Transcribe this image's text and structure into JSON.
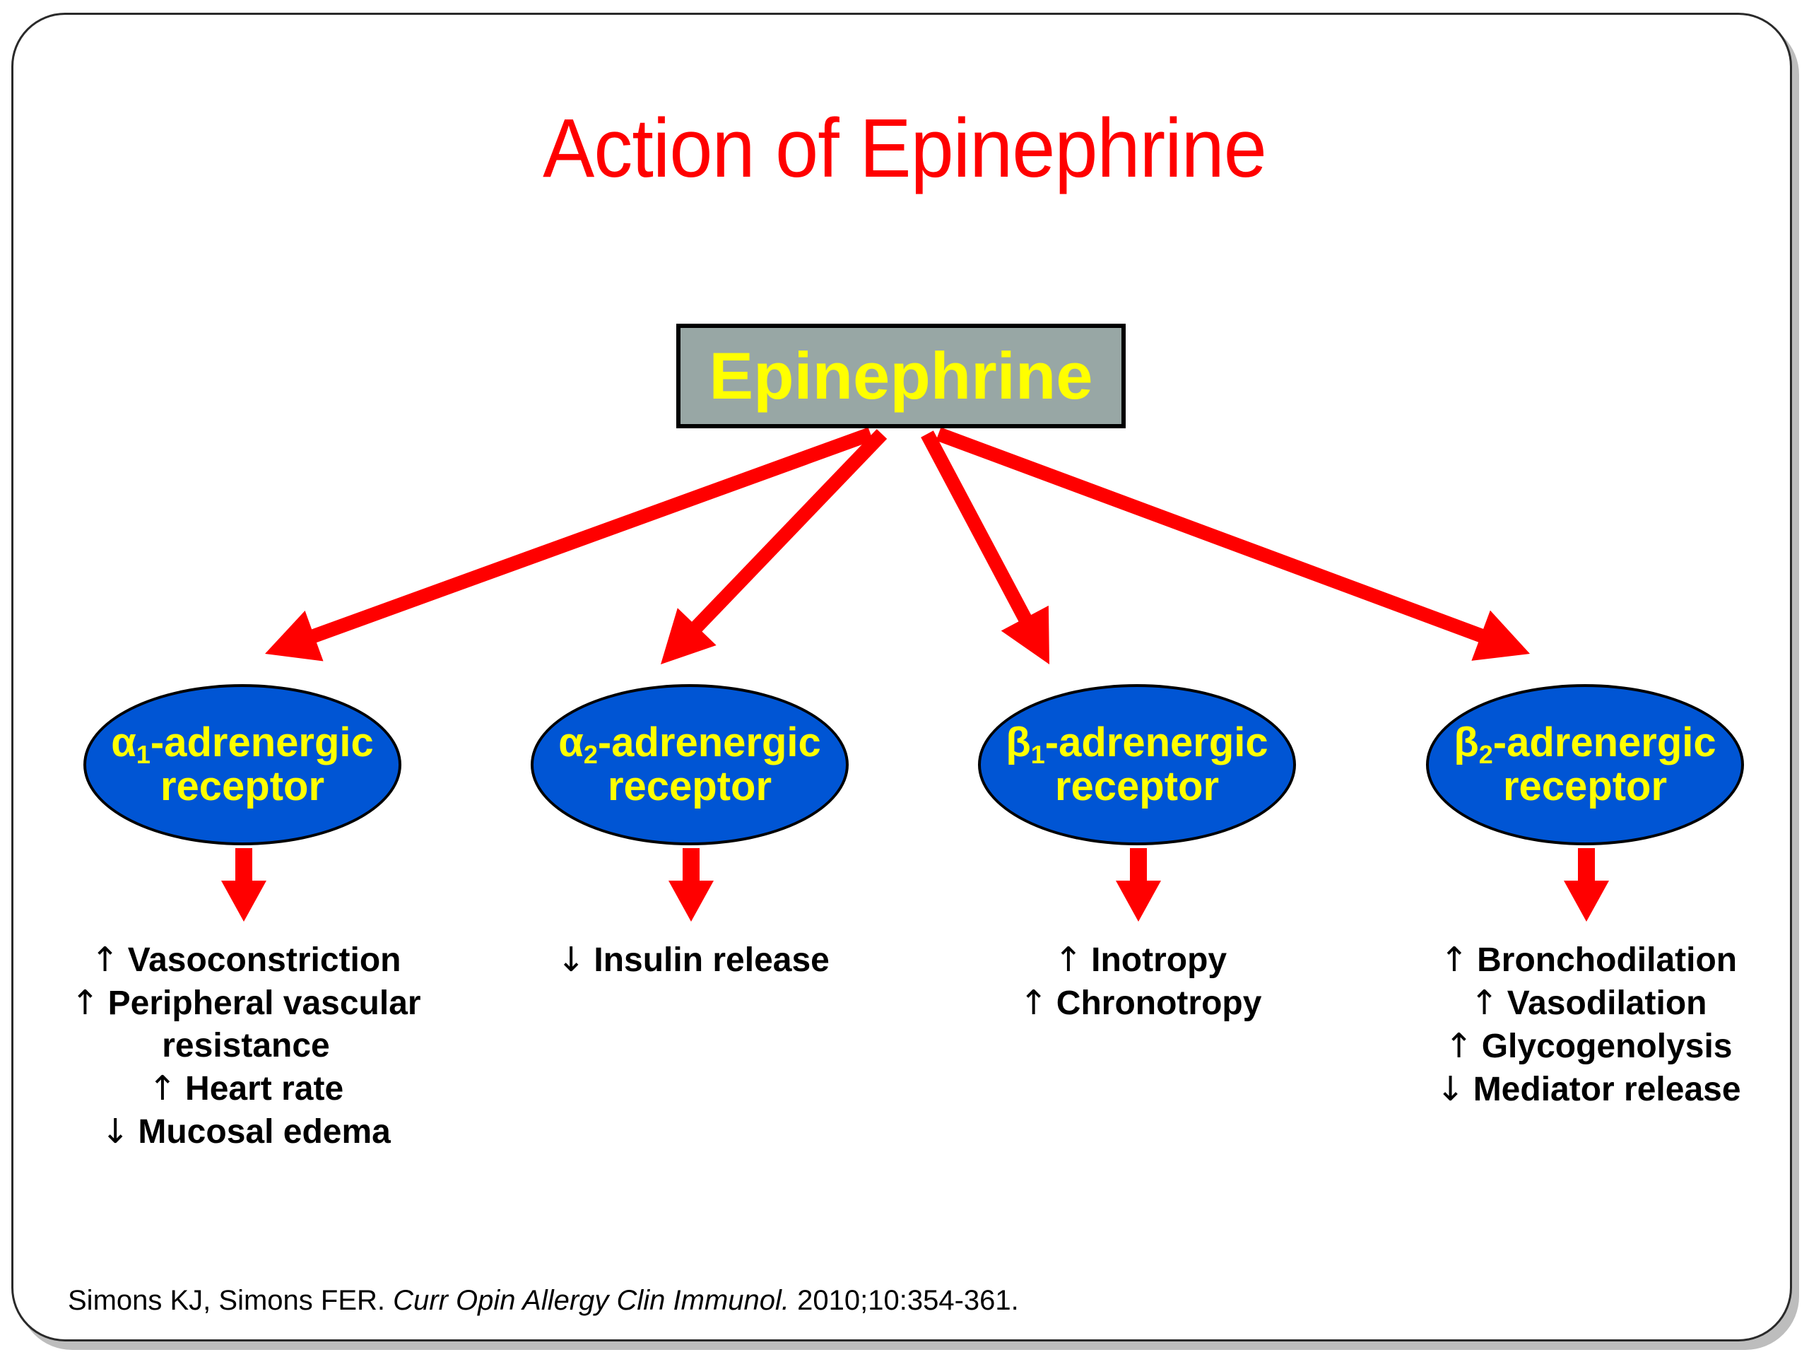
{
  "title": "Action of Epinephrine",
  "source": {
    "label": "Epinephrine"
  },
  "colors": {
    "arrow": "#ff0000",
    "title": "#ff0000",
    "receptor_fill": "#0055d4",
    "receptor_text": "#ffff00",
    "source_fill": "#98a7a5",
    "source_text": "#ffff00"
  },
  "receptors": [
    {
      "symbol": "α",
      "subscript": "1",
      "suffix": "-adrenergic",
      "line2": "receptor",
      "effects": [
        {
          "dir": "↑",
          "text": "Vasoconstriction"
        },
        {
          "dir": "↑",
          "text": "Peripheral vascular"
        },
        {
          "dir": "",
          "text": "resistance"
        },
        {
          "dir": "↑",
          "text": "Heart rate"
        },
        {
          "dir": "↓",
          "text": "Mucosal edema"
        }
      ]
    },
    {
      "symbol": "α",
      "subscript": "2",
      "suffix": "-adrenergic",
      "line2": "receptor",
      "effects": [
        {
          "dir": "↓",
          "text": "Insulin release"
        }
      ]
    },
    {
      "symbol": "β",
      "subscript": "1",
      "suffix": "-adrenergic",
      "line2": "receptor",
      "effects": [
        {
          "dir": "↑",
          "text": "Inotropy"
        },
        {
          "dir": "↑",
          "text": "Chronotropy"
        }
      ]
    },
    {
      "symbol": "β",
      "subscript": "2",
      "suffix": "-adrenergic",
      "line2": "receptor",
      "effects": [
        {
          "dir": "↑",
          "text": "Bronchodilation"
        },
        {
          "dir": "↑",
          "text": "Vasodilation"
        },
        {
          "dir": "↑",
          "text": "Glycogenolysis"
        },
        {
          "dir": "↓",
          "text": "Mediator release"
        }
      ]
    }
  ],
  "citation": {
    "authors": "Simons KJ, Simons FER. ",
    "journal": "Curr Opin Allergy Clin Immunol.",
    "details": " 2010;10:354-361."
  }
}
